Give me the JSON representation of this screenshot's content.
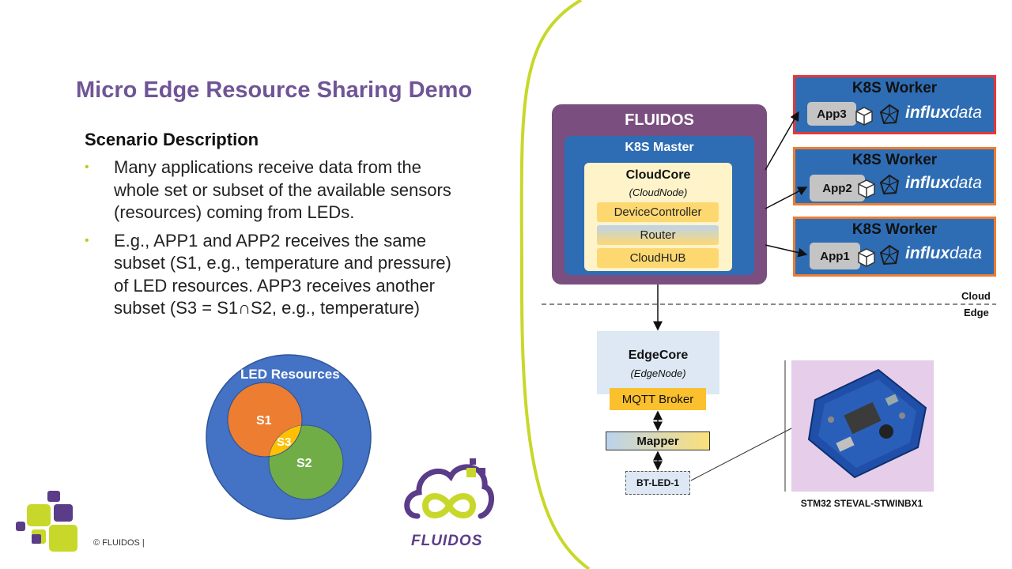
{
  "slide": {
    "title": "Micro Edge Resource Sharing Demo",
    "subtitle": "Scenario Description",
    "bullets": [
      "Many applications receive data from the whole set or subset of the available sensors (resources) coming from LEDs.",
      "E.g., APP1 and APP2 receives the same subset (S1, e.g., temperature and pressure) of LED resources. APP3 receives another subset (S3 = S1∩S2, e.g., temperature)"
    ],
    "copyright": "© FLUIDOS |",
    "bullet_color": "#b8cc1e",
    "title_color": "#6f5596"
  },
  "venn": {
    "outer_label": "LED Resources",
    "s1_label": "S1",
    "s2_label": "S2",
    "s3_label": "S3",
    "colors": {
      "outer": "#4472c4",
      "s1": "#ed7d31",
      "s2": "#70ad47",
      "s3": "#ffc000"
    }
  },
  "logo": {
    "text": "FLUIDOS",
    "colors": {
      "purple": "#5b3c88",
      "lime": "#c8d82a"
    }
  },
  "diagram": {
    "fluidos_label": "FLUIDOS",
    "k8s_master_label": "K8S Master",
    "cloudcore_label": "CloudCore",
    "cloudnode_label": "(CloudNode)",
    "components": [
      "DeviceController",
      "Router",
      "CloudHUB"
    ],
    "workers": [
      {
        "label": "K8S Worker",
        "app": "App3",
        "border": "#e53935",
        "influx_a": "influx",
        "influx_b": "data"
      },
      {
        "label": "K8S Worker",
        "app": "App2",
        "border": "#ed7d31",
        "influx_a": "influx",
        "influx_b": "data"
      },
      {
        "label": "K8S Worker",
        "app": "App1",
        "border": "#ed7d31",
        "influx_a": "influx",
        "influx_b": "data"
      }
    ],
    "cloud_label": "Cloud",
    "edge_label": "Edge",
    "edgecore_label": "EdgeCore",
    "edgenode_label": "(EdgeNode)",
    "mqtt_label": "MQTT Broker",
    "mapper_label": "Mapper",
    "btled_label": "BT-LED-1",
    "device_caption": "STM32 STEVAL-STWINBX1",
    "colors": {
      "fluidos": "#7a4f7f",
      "k8s": "#2e6db4",
      "cloudcore": "#fef3c9",
      "component": "#fdd871",
      "boundary": "#c8d82a"
    }
  }
}
